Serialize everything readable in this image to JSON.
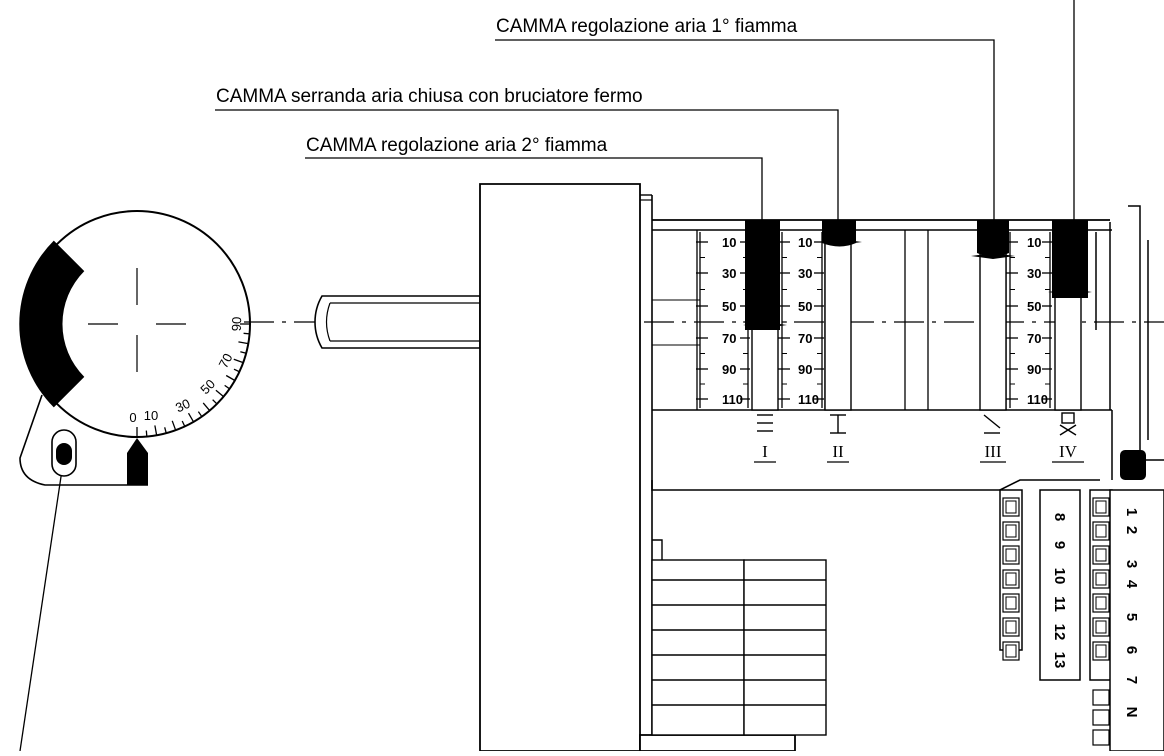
{
  "labels": {
    "cam_1st_flame": "CAMMA regolazione aria 1° fiamma",
    "cam_closed": "CAMMA serranda aria chiusa con bruciatore fermo",
    "cam_2nd_flame": "CAMMA regolazione aria 2° fiamma"
  },
  "scale_marks": [
    "10",
    "30",
    "50",
    "70",
    "90",
    "110"
  ],
  "dial_marks": [
    "0",
    "10",
    "30",
    "50",
    "70",
    "90"
  ],
  "cams": [
    "I",
    "II",
    "III",
    "IV"
  ],
  "terminals_left": [
    "8",
    "9",
    "10",
    "11",
    "12",
    "13"
  ],
  "terminals_right": [
    "1",
    "2",
    "3",
    "4",
    "5",
    "6",
    "7",
    "N"
  ]
}
